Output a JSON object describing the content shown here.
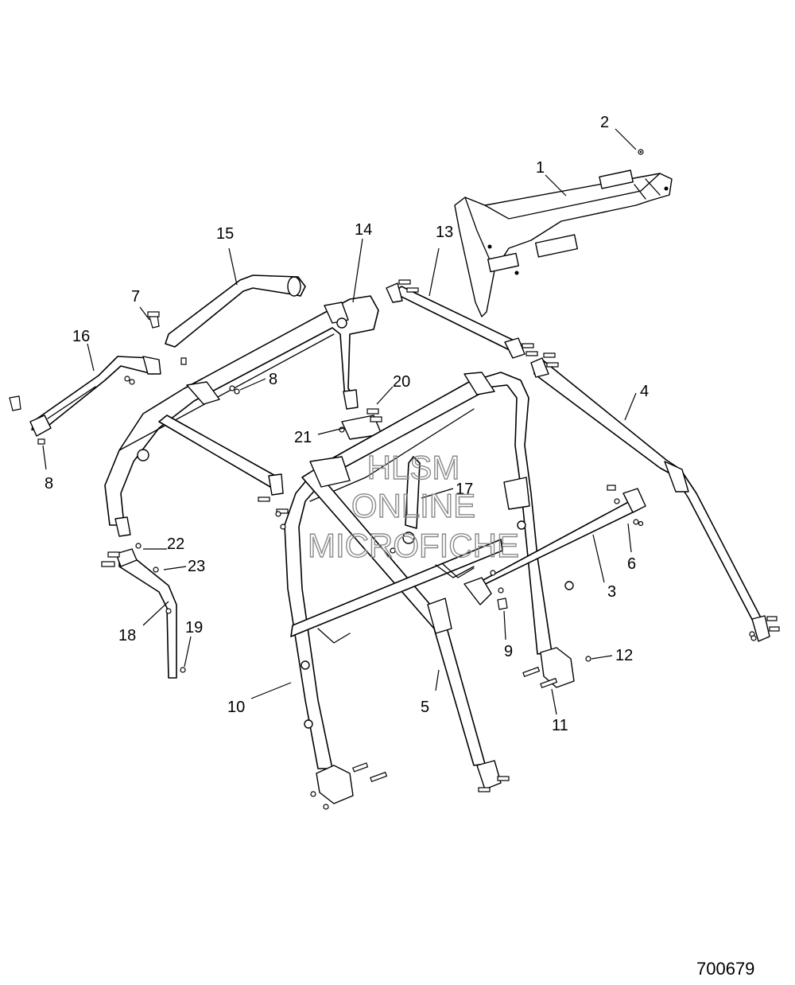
{
  "diagram": {
    "document_number": "700679",
    "watermark": [
      "HLSM",
      "ONLINE",
      "MICROFICHE"
    ],
    "callouts": [
      {
        "id": "c1",
        "label": "1"
      },
      {
        "id": "c2",
        "label": "2"
      },
      {
        "id": "c3",
        "label": "3"
      },
      {
        "id": "c4",
        "label": "4"
      },
      {
        "id": "c5",
        "label": "5"
      },
      {
        "id": "c6",
        "label": "6"
      },
      {
        "id": "c7",
        "label": "7"
      },
      {
        "id": "c8a",
        "label": "8"
      },
      {
        "id": "c8b",
        "label": "8"
      },
      {
        "id": "c9",
        "label": "9"
      },
      {
        "id": "c10",
        "label": "10"
      },
      {
        "id": "c11",
        "label": "11"
      },
      {
        "id": "c12",
        "label": "12"
      },
      {
        "id": "c13",
        "label": "13"
      },
      {
        "id": "c14",
        "label": "14"
      },
      {
        "id": "c15",
        "label": "15"
      },
      {
        "id": "c16",
        "label": "16"
      },
      {
        "id": "c17",
        "label": "17"
      },
      {
        "id": "c18",
        "label": "18"
      },
      {
        "id": "c19",
        "label": "19"
      },
      {
        "id": "c20",
        "label": "20"
      },
      {
        "id": "c21",
        "label": "21"
      },
      {
        "id": "c22",
        "label": "22"
      },
      {
        "id": "c23",
        "label": "23"
      }
    ]
  }
}
